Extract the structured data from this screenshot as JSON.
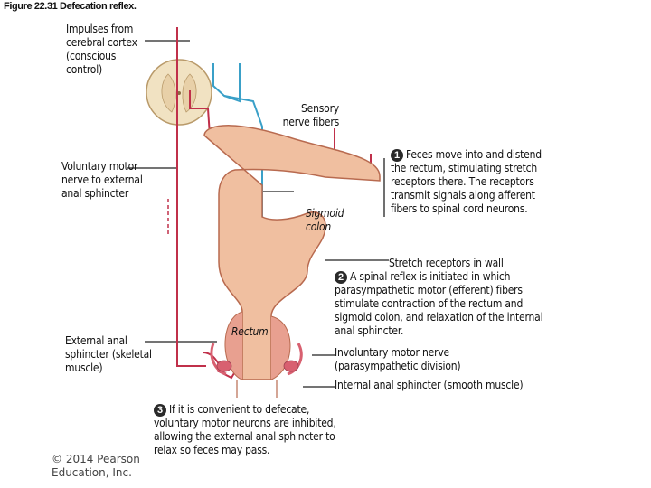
{
  "figure_title": "Figure 22.31  Defecation reflex.",
  "labels": {
    "impulses": "Impulses from cerebral cortex (conscious control)",
    "sensory": "Sensory nerve fibers",
    "voluntary_motor": "Voluntary motor nerve to external anal sphincter",
    "sigmoid": "Sigmoid colon",
    "rectum": "Rectum",
    "external_sphincter": "External anal sphincter (skeletal muscle)",
    "stretch_receptors": "Stretch receptors in wall",
    "involuntary_motor": "Involuntary motor nerve (parasympathetic division)",
    "internal_sphincter": "Internal anal sphincter (smooth muscle)"
  },
  "steps": [
    {
      "number": "1",
      "text": "Feces move into and distend the rectum, stimulating stretch receptors there. The receptors transmit signals along afferent fibers to spinal cord neurons."
    },
    {
      "number": "2",
      "text": "A spinal reflex is initiated in which parasympathetic motor (efferent) fibers stimulate contraction of the rectum and sigmoid colon, and relaxation of the internal anal sphincter."
    },
    {
      "number": "3",
      "text": "If it is convenient to defecate, voluntary motor neurons are inhibited, allowing the external anal sphincter to relax so feces may pass."
    }
  ],
  "copyright": "© 2014 Pearson Education, Inc.",
  "colors": {
    "nerve_motor": "#c0304a",
    "nerve_sensory": "#3aa0c8",
    "colon_wall": "#e8a88a",
    "colon_dark": "#c8705a",
    "muscle": "#d86070",
    "spinal_cord": "#f3e6c8"
  }
}
